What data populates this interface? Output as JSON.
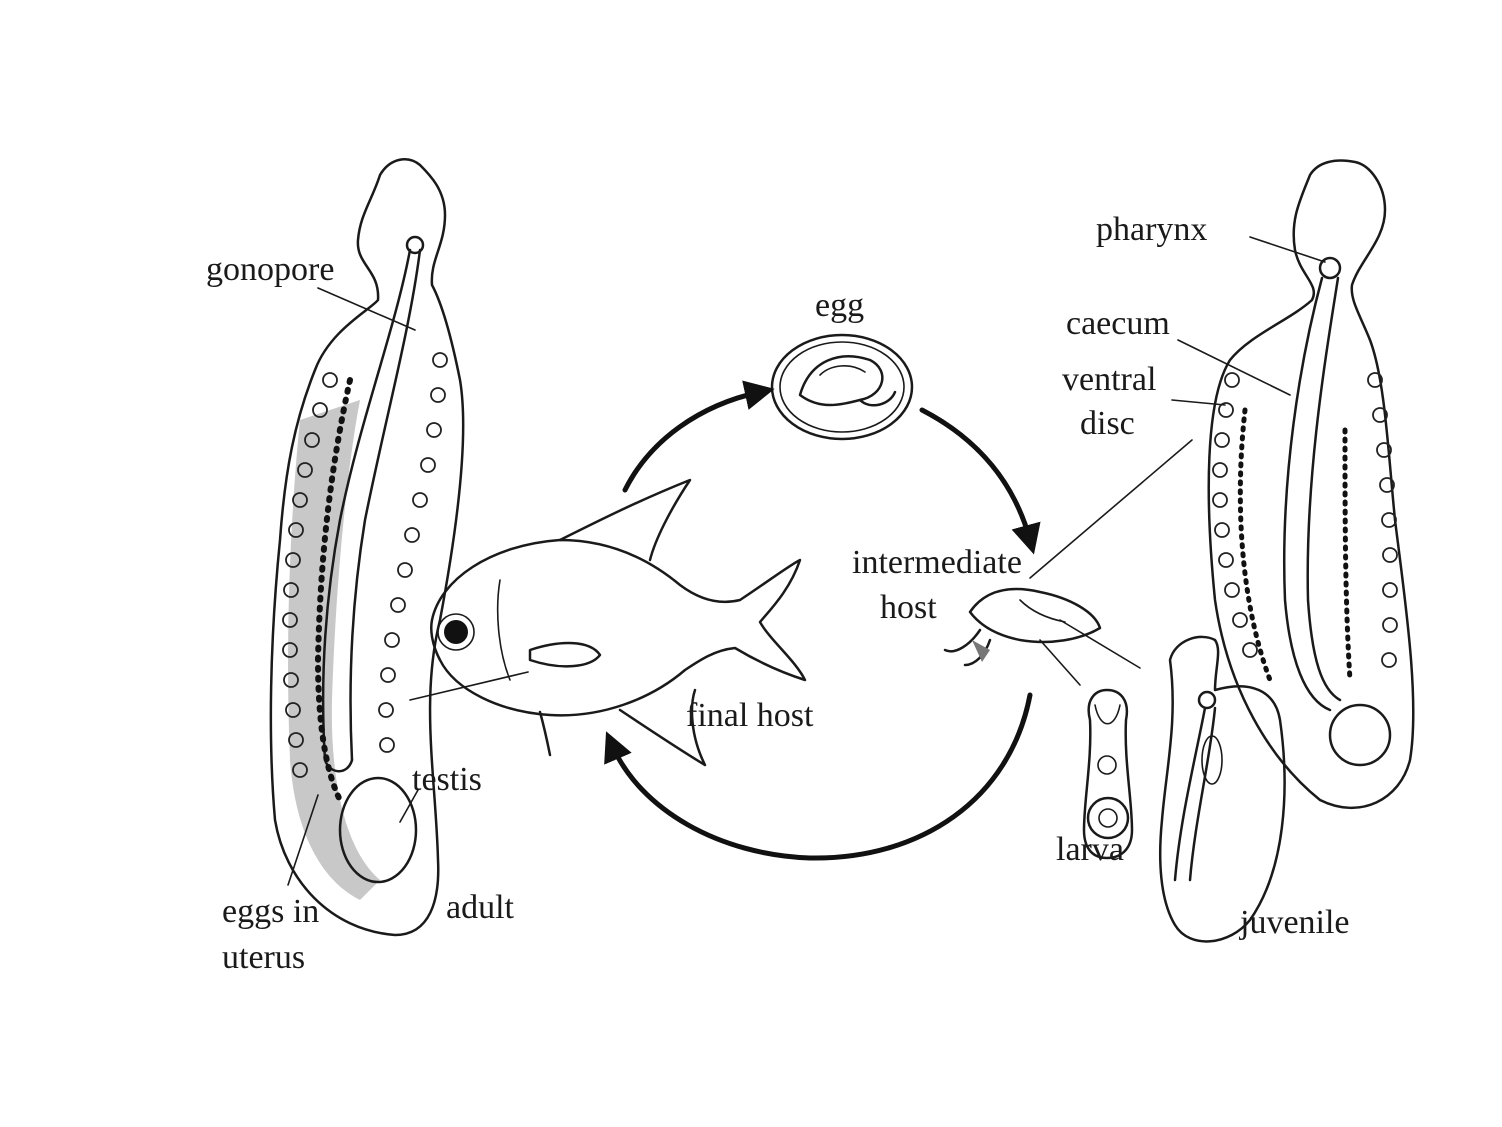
{
  "diagram": {
    "labels": {
      "gonopore": "gonopore",
      "testis": "testis",
      "eggs_in_uterus_line1": "eggs in",
      "eggs_in_uterus_line2": "uterus",
      "adult": "adult",
      "egg": "egg",
      "final_host": "final host",
      "intermediate_host_line1": "intermediate",
      "intermediate_host_line2": "host",
      "larva": "larva",
      "juvenile": "juvenile",
      "pharynx": "pharynx",
      "caecum": "caecum",
      "ventral_disc_line1": "ventral",
      "ventral_disc_line2": "disc"
    },
    "colors": {
      "ink": "#1a1a1a",
      "stipple": "#7a7a7a",
      "background": "#ffffff"
    }
  }
}
